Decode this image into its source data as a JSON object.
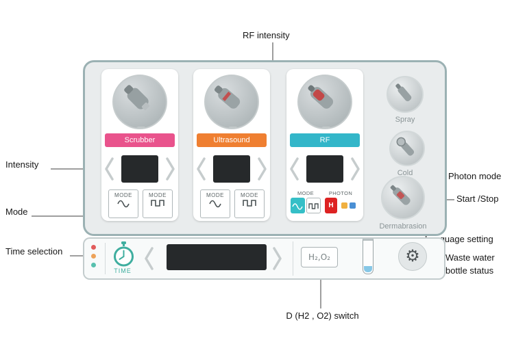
{
  "annotations": {
    "rf_intensity": "RF intensity",
    "intensity": "Intensity",
    "mode": "Mode",
    "time_selection": "Time selection",
    "photon_mode": "Photon mode",
    "start_stop": "Start /Stop",
    "language_setting": "Language setting",
    "waste_water_line1": "Waste water",
    "waste_water_line2": "bottle status",
    "d_switch": "D (H2 , O2) switch"
  },
  "panel": {
    "scrubber": {
      "label": "Scrubber",
      "mode1": "MODE",
      "mode2": "MODE"
    },
    "ultrasound": {
      "label": "Ultrasound",
      "mode1": "MODE",
      "mode2": "MODE"
    },
    "rf": {
      "label": "RF",
      "mode_header": "MODE",
      "photon_header": "PHOTON",
      "h": "H"
    },
    "side": {
      "spray": "Spray",
      "cold": "Cold",
      "dermabrasion": "Dermabrasion"
    },
    "bottom": {
      "time": "TIME",
      "h2o2": "H₂,O₂"
    }
  },
  "colors": {
    "scrubber": "#e9538c",
    "ultrasound": "#ef7f31",
    "rf": "#33b6c9",
    "photon_h": "#dd2222",
    "panel_border": "#9bb1b3",
    "display": "#26292b",
    "time_accent": "#3fae9f"
  }
}
